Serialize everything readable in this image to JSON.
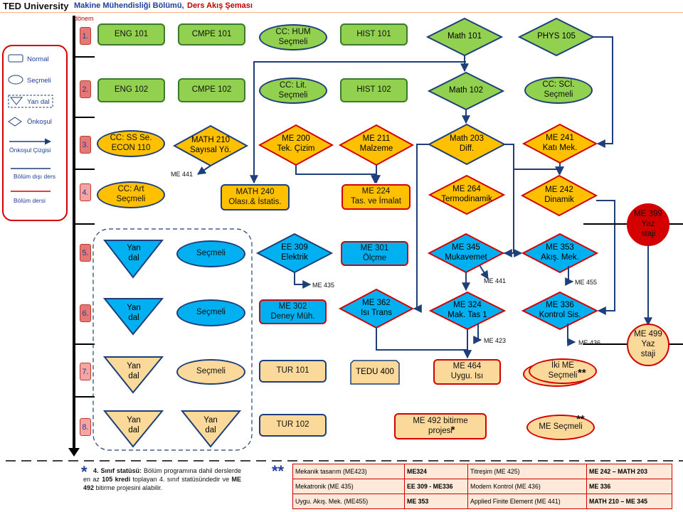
{
  "header": {
    "university": "TED University",
    "department": "Makine Mühendisliği  Bölümü,",
    "chart_title": "Ders Akış Şeması",
    "semester_label": "dönem"
  },
  "semesters": [
    "1.",
    "2.",
    "3.",
    "4.",
    "5.",
    "6.",
    "7.",
    "8."
  ],
  "legend": {
    "normal": "Normal",
    "elective": "Seçmeli",
    "side_field": "Yan dal",
    "prereq": "Önkoşul",
    "prereq_line": "Önkoşul Çizgisi",
    "outside_course": "Bölüm dışı ders",
    "dept_course": "Bölüm dersi"
  },
  "courses": {
    "eng101": "ENG 101",
    "cmpe101": "CMPE 101",
    "cc_hum": "CC: HUM\nSeçmeli",
    "hist101": "HIST 101",
    "math101": "Math 101",
    "phys105": "PHYS 105",
    "eng102": "ENG 102",
    "cmpe102": "CMPE 102",
    "cc_lit": "CC: Lit.\nSeçmeli",
    "hist102": "HIST 102",
    "math102": "Math 102",
    "cc_sci": "CC: SCİ.\nSeçmeli",
    "cc_ss": "CC: SS Se.\nECON 110",
    "math210": "MATH  210\nSayısal Yö.",
    "me200": "ME 200\nTek. Çizim",
    "me211": "ME 211\nMalzeme",
    "math203": "Math 203\nDiff.",
    "me241": "ME 241\nKatı Mek.",
    "cc_art": "CC: Art\nSeçmeli",
    "math240": "MATH 240\nOlası.& İstatis.",
    "me224": "ME 224\nTas. ve İmalat",
    "me264": "ME 264\nTermodinamik",
    "me242": "ME 242\nDinamik",
    "me399": "ME 399\nYaz\nstaji",
    "yan_dal": "Yan\ndal",
    "secmeli": "Seçmeli",
    "ee309": "EE 309\nElektrik",
    "me301": "ME 301\nÖlçme",
    "me345": "ME 345\nMukavemet",
    "me353": "ME 353\nAkış. Mek.",
    "me302": "ME 302\nDeney Müh.",
    "me362": "ME 362\nIsı Trans",
    "me324": "ME 324\nMak. Tas 1",
    "me336": "ME 336\nKontrol Sis.",
    "me499": "ME 499\nYaz\nstaji",
    "tur101": "TUR 101",
    "tedu400": "TEDU  400",
    "me464": "ME 464\nUygu.  Isı",
    "iki_me": "İki ME\nSeçmeli",
    "tur102": "TUR 102",
    "me492": "ME 492 bitirme\nprojesi",
    "me_secmeli": "ME Seçmeli"
  },
  "cross_refs": {
    "me441_a": "ME 441",
    "me435": "ME 435",
    "me441_b": "ME 441",
    "me455": "ME 455",
    "me423": "ME 423",
    "me436": "ME 436"
  },
  "marks": {
    "star": "*",
    "double_star": "**"
  },
  "note": {
    "lead": "4.  Sınıf  statüsü:",
    "body": "   Bölüm  programına dahil derslerde en az ",
    "credits": "105 kredi",
    "middle": " toplayan 4. sınıf statüsündedir ve ",
    "course": "ME 492",
    "tail": " bitirme projesini alabilir."
  },
  "prereq_table": [
    [
      "Mekanik tasarım (ME423)",
      "ME324",
      "Titreşim (ME 425)",
      "ME 242 – MATH 203"
    ],
    [
      "Mekatronik (ME 435)",
      "EE 309 - ME336",
      "Modern Kontrol (ME 436)",
      "ME 336"
    ],
    [
      "Uygu. Akış. Mek. (ME455)",
      "ME 353",
      "Applied Finite Element (ME 441)",
      "MATH 210 – ME 345"
    ]
  ],
  "colors": {
    "green": "#92d050",
    "orange": "#ffc000",
    "blue": "#00b0f0",
    "tan": "#fbd99a",
    "dept_red": "#d40000",
    "outside_border": "#1f3f7a",
    "arrow": "#1f3f7a"
  }
}
